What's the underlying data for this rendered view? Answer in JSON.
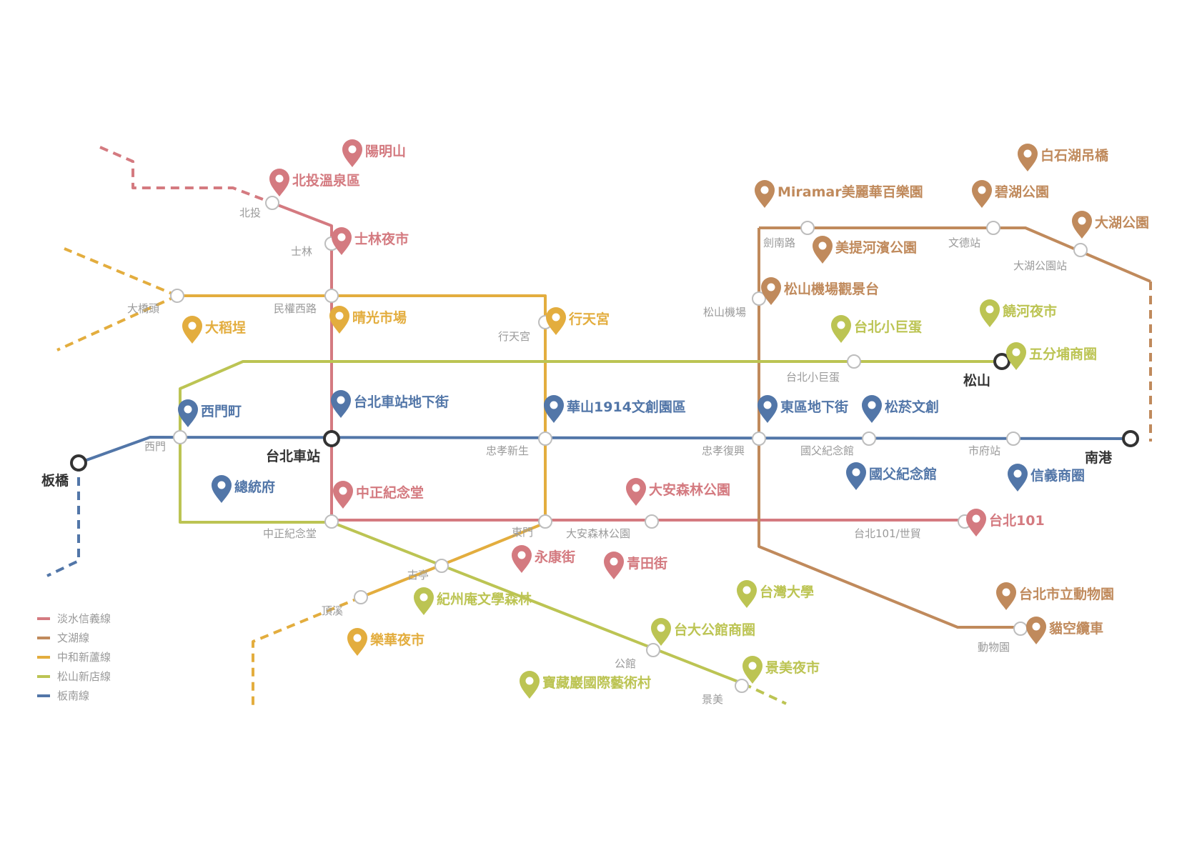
{
  "colors": {
    "red": "#d47a80",
    "brown": "#c08a5c",
    "orange": "#e3ad3e",
    "green": "#bcc453",
    "blue": "#5276a8",
    "label_gray": "#9a9a9a",
    "hub_dark": "#333333"
  },
  "legend": [
    {
      "line": "red",
      "label": "淡水信義線"
    },
    {
      "line": "brown",
      "label": "文湖線"
    },
    {
      "line": "orange",
      "label": "中和新蘆線"
    },
    {
      "line": "green",
      "label": "松山新店線"
    },
    {
      "line": "blue",
      "label": "板南線"
    }
  ],
  "hubs": {
    "taipei_main": "台北車站",
    "banqiao": "板橋",
    "songshan": "松山",
    "nangang": "南港"
  },
  "stations": {
    "beitou": "北投",
    "shilin": "士林",
    "minquan_w": "民權西路",
    "daqiaotou": "大橋頭",
    "xingtian": "行天宮",
    "ximen": "西門",
    "zhongxiao_xinsheng": "忠孝新生",
    "zhongxiao_fuxing": "忠孝復興",
    "sysmemorial": "國父紀念館",
    "cityhall": "市府站",
    "cks_memorial": "中正紀念堂",
    "dongmen": "東門",
    "daan_park": "大安森林公園",
    "taipei101": "台北101/世貿",
    "guting": "古亭",
    "dingxi": "頂溪",
    "gongguan": "公館",
    "jingmei": "景美",
    "jiannan": "劍南路",
    "wende": "文德站",
    "dahu_park_st": "大湖公園站",
    "songshan_airport": "松山機場",
    "taipei_arena": "台北小巨蛋",
    "zoo": "動物園"
  },
  "pois": {
    "yangmingshan": "陽明山",
    "beitou_hotspring": "北投溫泉區",
    "shilin_market": "士林夜市",
    "qingguang": "晴光市場",
    "dadaocheng": "大稻埕",
    "xingtian_temple": "行天宮",
    "ximending": "西門町",
    "main_station_mall": "台北車站地下街",
    "huashan": "華山1914文創園區",
    "east_mall": "東區地下街",
    "songyan": "松菸文創",
    "presidential": "總統府",
    "cks_hall": "中正紀念堂",
    "daan_forest": "大安森林公園",
    "sys_hall": "國父紀念館",
    "xinyi": "信義商圈",
    "t101": "台北101",
    "yongkang": "永康街",
    "qingtian": "青田街",
    "jizhou": "紀州庵文學森林",
    "lehua": "樂華夜市",
    "ntu": "台灣大學",
    "gongguan_area": "台大公館商圈",
    "treasure_hill": "寶藏巖國際藝術村",
    "jingmei_market": "景美夜市",
    "miramar": "Miramar美麗華百樂園",
    "meiti": "美提河濱公園",
    "airport_deck": "松山機場觀景台",
    "arena": "台北小巨蛋",
    "raohe": "饒河夜市",
    "wufenpu": "五分埔商圈",
    "baishihu": "白石湖吊橋",
    "bihu": "碧湖公園",
    "dahu": "大湖公園",
    "zoo_park": "台北市立動物園",
    "maokong": "貓空纜車"
  }
}
